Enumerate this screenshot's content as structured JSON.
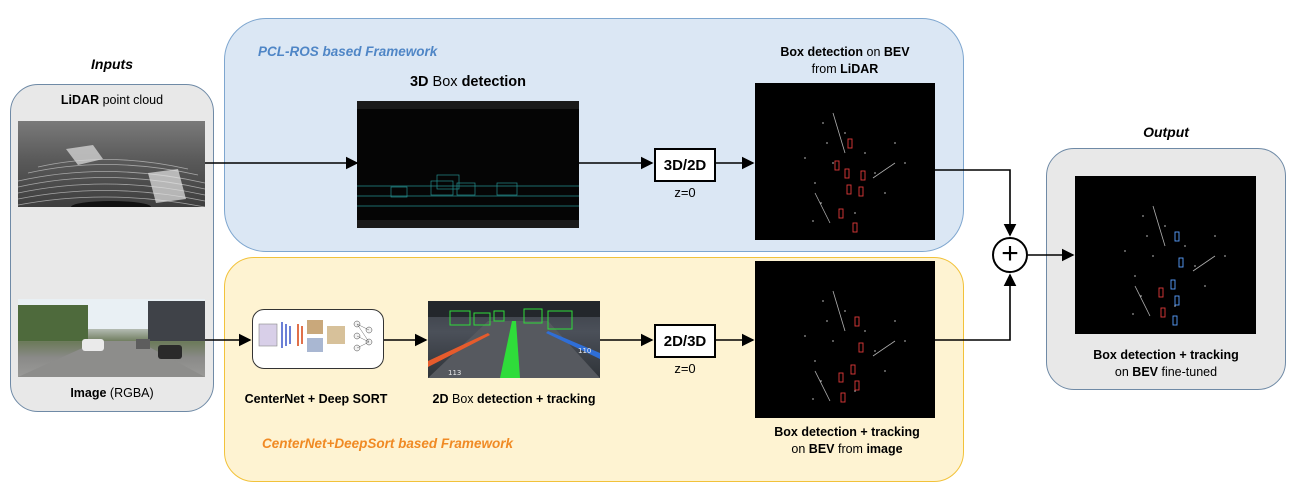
{
  "inputs": {
    "title": "Inputs",
    "lidar_bold": "LiDAR",
    "lidar_rest": " point cloud",
    "image_bold": "Image",
    "image_rest": " (RGBA)"
  },
  "pcl": {
    "title": "PCL-ROS based Framework",
    "detect_pre": "3D",
    "detect_mid": " Box ",
    "detect_post": "detection",
    "convert": "3D/2D",
    "z_label": "z=0",
    "bev_line1_bold": "Box detection",
    "bev_line1_rest": " on ",
    "bev_line1_bold2": "BEV",
    "bev_line2_rest": "from ",
    "bev_line2_bold": "LiDAR"
  },
  "centernet": {
    "title": "CenterNet+DeepSort based Framework",
    "model_label": "CenterNet + Deep SORT",
    "detect_pre": "2D",
    "detect_mid": " Box ",
    "detect_post": "detection + tracking",
    "convert": "2D/3D",
    "z_label": "z=0",
    "bev_line1_bold": "Box detection + tracking",
    "bev_line2_pre": "on ",
    "bev_line2_bold": "BEV",
    "bev_line2_mid": " from ",
    "bev_line2_bold2": "image",
    "tick_labels": [
      "113",
      "110"
    ]
  },
  "fusion": {
    "symbol": "+"
  },
  "output": {
    "title": "Output",
    "line1_bold": "Box detection + tracking",
    "line2_pre": "on ",
    "line2_bold": "BEV",
    "line2_rest": " fine-tuned"
  },
  "colors": {
    "pcl_fill": "#dbe7f4",
    "pcl_border": "#7ea6cf",
    "pcl_title": "#4f86c6",
    "cn_fill": "#fef3d2",
    "cn_border": "#f2c23a",
    "cn_title": "#f08a24",
    "io_fill": "#e8e8e8",
    "io_border": "#6f8aa6",
    "bev_box_red": "#e03a3a",
    "bev_box_blue": "#5aa0ff",
    "green_lane": "#2fdc3a"
  }
}
